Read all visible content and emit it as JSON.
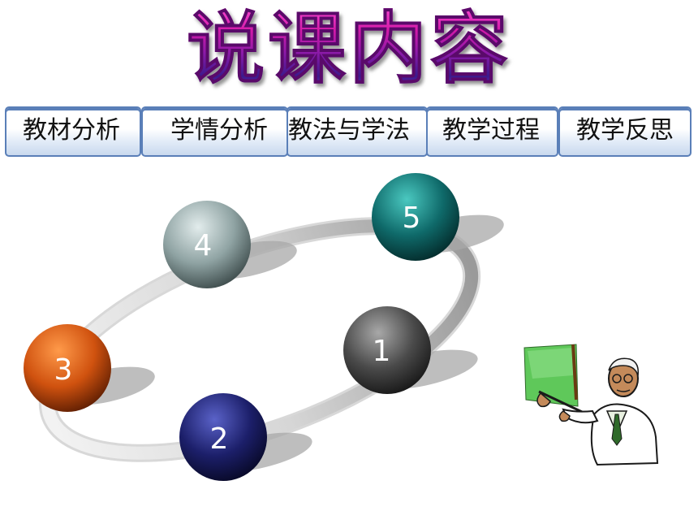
{
  "slide": {
    "title": "说课内容"
  },
  "tabs": [
    {
      "label": "教材分析"
    },
    {
      "label": "学情分析"
    },
    {
      "label": "教法与学法"
    },
    {
      "label": "教学过程"
    },
    {
      "label": "教学反思"
    }
  ],
  "nodes": [
    {
      "label": "1",
      "color": "#4a4a4a"
    },
    {
      "label": "2",
      "color": "#1c1f6a"
    },
    {
      "label": "3",
      "color": "#d0520f"
    },
    {
      "label": "4",
      "color": "#8fa3a3"
    },
    {
      "label": "5",
      "color": "#0f6a6a"
    }
  ],
  "icons": {
    "presenter": "teacher-pointing-board-icon"
  }
}
